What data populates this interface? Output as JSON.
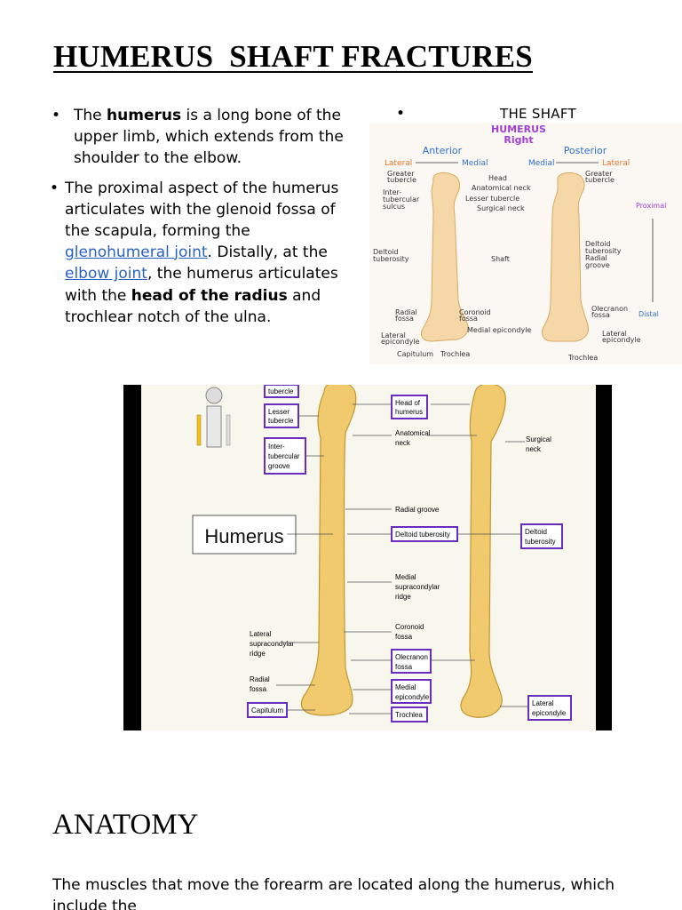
{
  "title": "HUMERUS  SHAFT FRACTURES",
  "bullets": {
    "b1": {
      "dot": "•",
      "pre": "The ",
      "bold": "humerus",
      "post": " is a long bone of the upper limb, which extends from the shoulder to the elbow."
    },
    "b2": {
      "dot": "•",
      "t1": "The proximal aspect of the humerus articulates with the glenoid fossa of the scapula, forming the ",
      "link1": "glenohumeral ",
      "link1b": "joint",
      "t2": ". Distally, at the ",
      "link2": "elbow joint",
      "t3": ", the humerus articulates with the ",
      "bold": "head of the radius",
      "t4": " and trochlear notch of the ulna."
    }
  },
  "shaft": {
    "dot": "•",
    "title": "THE SHAFT"
  },
  "diagram1": {
    "heading1": "HUMERUS",
    "heading2": "Right",
    "anterior": "Anterior",
    "posterior": "Posterior",
    "lateral_left": "Lateral",
    "medial_left": "Medial",
    "medial_right": "Medial",
    "lateral_right": "Lateral",
    "greater_tubercle_l1": "Greater",
    "greater_tubercle_l2": "tubercle",
    "head": "Head",
    "anatomical_neck": "Anatomical neck",
    "lesser_tubercle": "Lesser tubercle",
    "surgical_neck": "Surgical neck",
    "intertubercular_1": "Inter-",
    "intertubercular_2": "tubercular",
    "intertubercular_3": "sulcus",
    "greater_tubercle_r1": "Greater",
    "greater_tubercle_r2": "tubercle",
    "proximal": "Proximal",
    "deltoid_l1": "Deltoid",
    "deltoid_l2": "tuberosity",
    "shaft": "Shaft",
    "deltoid_r1": "Deltoid",
    "deltoid_r2": "tuberosity",
    "radial_groove_1": "Radial",
    "radial_groove_2": "groove",
    "radial_fossa_1": "Radial",
    "radial_fossa_2": "fossa",
    "coronoid_1": "Coronoid",
    "coronoid_2": "fossa",
    "olecranon_1": "Olecranon",
    "olecranon_2": "fossa",
    "distal": "Distal",
    "lat_epi_l1": "Lateral",
    "lat_epi_l2": "epicondyle",
    "medial_epicondyle": "Medial epicondyle",
    "lat_epi_r1": "Lateral",
    "lat_epi_r2": "epicondyle",
    "capitulum": "Capitulum",
    "trochlea_l": "Trochlea",
    "trochlea_r": "Trochlea"
  },
  "diagram2": {
    "greater_tubercle": "tubercle",
    "lesser_1": "Lesser",
    "lesser_2": "tubercle",
    "inter_1": "Inter-",
    "inter_2": "tubercular",
    "inter_3": "groove",
    "humerus": "Humerus",
    "lateral_supra_1": "Lateral",
    "lateral_supra_2": "supracondylar",
    "lateral_supra_3": "ridge",
    "radial_fossa_1": "Radial",
    "radial_fossa_2": "fossa",
    "capitulum": "Capitulum",
    "head_1": "Head of",
    "head_2": "humerus",
    "anatomical_1": "Anatomical",
    "anatomical_2": "neck",
    "surgical_1": "Surgical",
    "surgical_2": "neck",
    "radial_groove": "Radial groove",
    "deltoid_c": "Deltoid tuberosity",
    "deltoid_r1": "Deltoid",
    "deltoid_r2": "tuberosity",
    "medial_supra_1": "Medial",
    "medial_supra_2": "supracondylar",
    "medial_supra_3": "ridge",
    "coronoid_1": "Coronoid",
    "coronoid_2": "fossa",
    "olecranon_1": "Olecranon",
    "olecranon_2": "fossa",
    "medial_epi_1": "Medial",
    "medial_epi_2": "epicondyle",
    "trochlea": "Trochlea",
    "lateral_epi_1": "Lateral",
    "lateral_epi_2": "epicondyle"
  },
  "anatomy": {
    "heading": "ANATOMY",
    "para": "The muscles that move the forearm are located along the humerus, which include the"
  },
  "colors": {
    "link": "#2a62c4",
    "bone": "#f6d8a8",
    "bone_dark": "#e5b66c",
    "purple_box": "#6a2bbf",
    "blue_label": "#2f6fcf",
    "orange_label": "#e8742a",
    "magenta_label": "#a23fd6"
  }
}
